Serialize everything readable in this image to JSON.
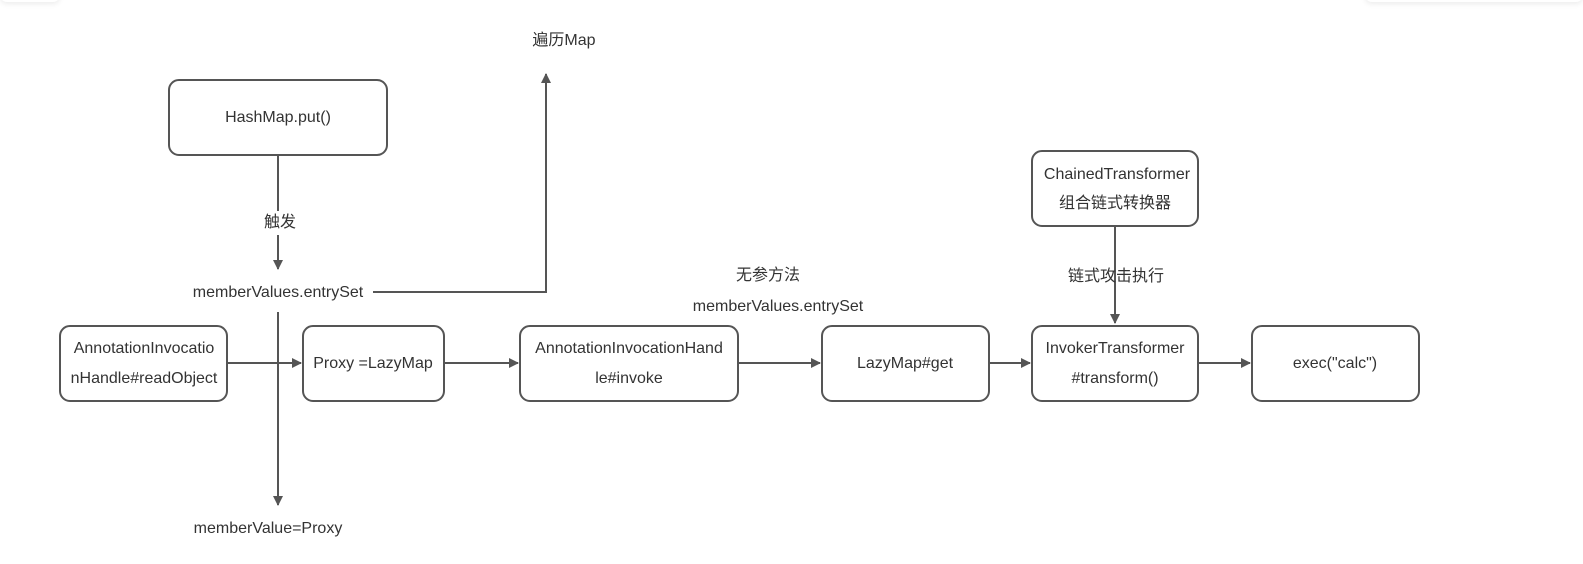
{
  "colors": {
    "stroke": "#555555",
    "text": "#333333",
    "background": "#ffffff"
  },
  "nodes": {
    "hashmap_put": [
      "HashMap.put()"
    ],
    "annotation_readobject": [
      "AnnotationInvocatio",
      "nHandle#readObject"
    ],
    "proxy_lazymap": [
      "Proxy =LazyMap"
    ],
    "annotation_invoke": [
      "AnnotationInvocationHand",
      "le#invoke"
    ],
    "lazymap_get": [
      "LazyMap#get"
    ],
    "invoker_transform": [
      "InvokerTransformer",
      "#transform()"
    ],
    "chained_transformer": [
      "ChainedTransformer",
      "组合链式转换器"
    ],
    "exec_calc": [
      "exec(\"calc\")"
    ]
  },
  "labels": {
    "trigger": "触发",
    "traverse_map": "遍历Map",
    "member_entryset": "memberValues.entrySet",
    "member_value_proxy": "memberValue=Proxy",
    "no_arg_method_line1": "无参方法",
    "no_arg_method_line2": "memberValues.entrySet",
    "chain_attack": "链式攻击执行"
  }
}
